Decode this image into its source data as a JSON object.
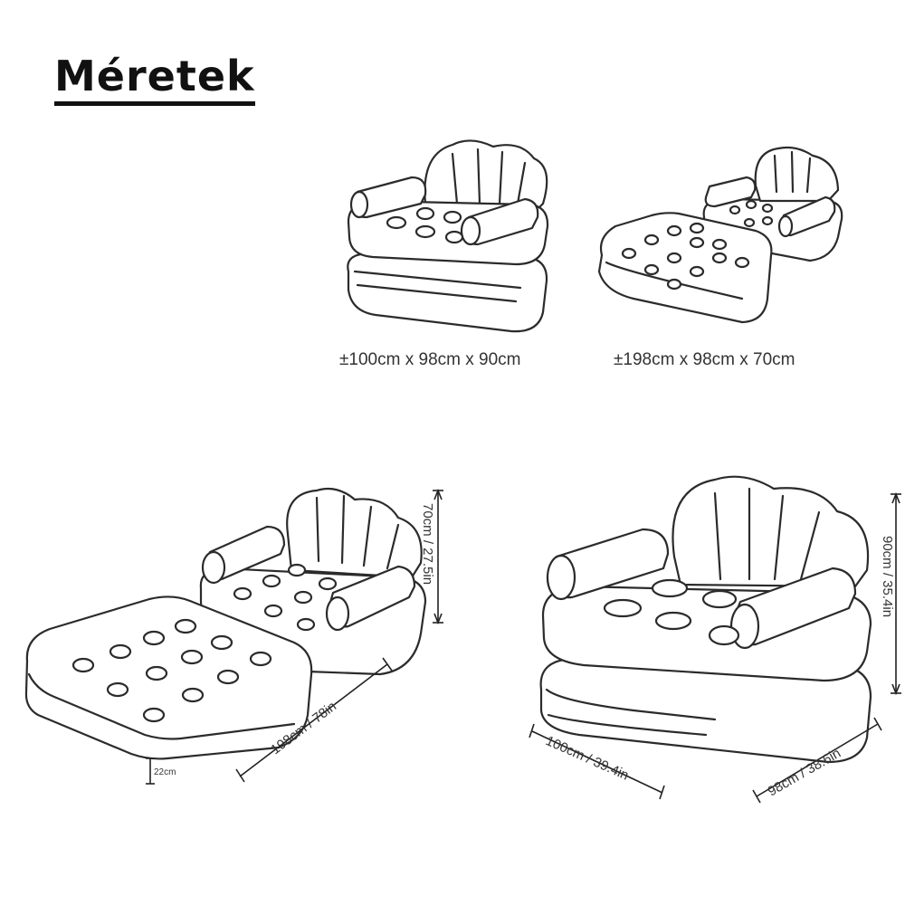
{
  "title": "Méretek",
  "colors": {
    "line": "#2b2b2b",
    "text": "#333333",
    "background": "#ffffff"
  },
  "figures": {
    "chair_small": {
      "caption": "±100cm x 98cm x 90cm"
    },
    "bed_small": {
      "caption": "±198cm x 98cm x 70cm"
    },
    "bed_large": {
      "height_label": "70cm / 27.5in",
      "length_label": "198cm / 78in",
      "thickness_label": "22cm"
    },
    "chair_large": {
      "height_label": "90cm / 35.4in",
      "width_label": "100cm / 39.4in",
      "depth_label": "98cm / 38.6in"
    }
  }
}
